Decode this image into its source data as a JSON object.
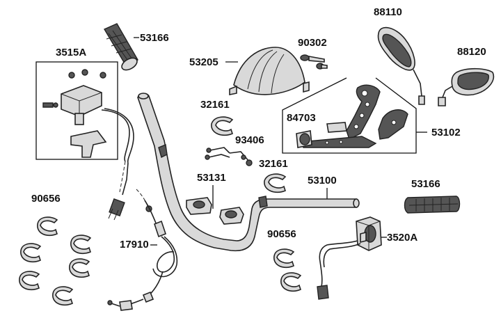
{
  "labels": {
    "grip_left_top": "53166",
    "throttle_assy": "3515A",
    "windscreen": "53205",
    "screw_90302": "90302",
    "mirror_left": "88110",
    "mirror_right": "88120",
    "clip_upper": "32161",
    "bracket_84703": "84703",
    "bracket_assy": "53102",
    "bolt_93406": "93406",
    "clip_lower": "32161",
    "clamp": "53131",
    "handlebar": "53100",
    "grip_right": "53166",
    "band_left": "90656",
    "cable": "17910",
    "band_right": "90656",
    "switch_right": "3520A"
  }
}
